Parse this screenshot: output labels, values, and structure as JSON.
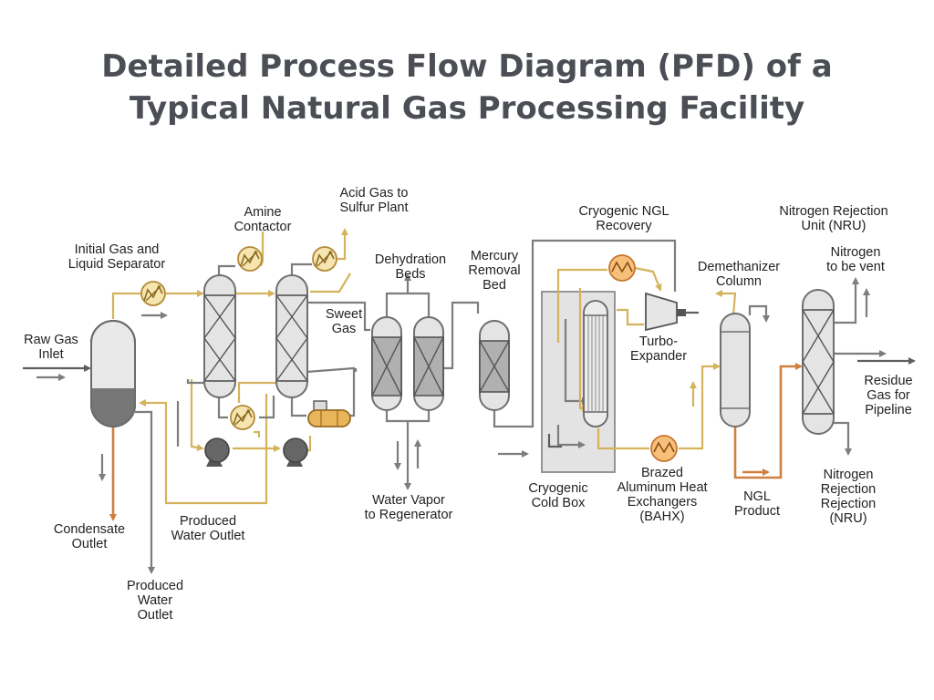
{
  "title": {
    "line1": "Detailed Process Flow Diagram (PFD) of a",
    "line2": "Typical Natural Gas Processing Facility"
  },
  "labels": {
    "raw_gas_inlet": [
      "Raw Gas",
      "Inlet"
    ],
    "initial_separator": [
      "Initial Gas and",
      "Liquid Separator"
    ],
    "amine_contactor": [
      "Amine",
      "Contactor"
    ],
    "acid_gas": [
      "Acid Gas to",
      "Sulfur Plant"
    ],
    "sweet_gas": [
      "Sweet",
      "Gas"
    ],
    "dehydration_beds": [
      "Dehydration",
      "Beds"
    ],
    "mercury_removal": [
      "Mercury",
      "Removal",
      "Bed"
    ],
    "cryogenic_ngl": [
      "Cryogenic NGL",
      "Recovery"
    ],
    "turbo_expander": [
      "Turbo-",
      "Expander"
    ],
    "demethanizer": [
      "Demethanizer",
      "Column"
    ],
    "nru_top": [
      "Nitrogen Rejection",
      "Unit (NRU)"
    ],
    "nitrogen_vent": [
      "Nitrogen",
      "to be vent"
    ],
    "residue_gas": [
      "Residue",
      "Gas for",
      "Pipeline"
    ],
    "nru_bottom": [
      "Nitrogen",
      "Rejection",
      "Rejection",
      "(NRU)"
    ],
    "ngl_product": [
      "NGL",
      "Product"
    ],
    "bahx": [
      "Brazed",
      "Aluminum Heat",
      "Exchangers",
      "(BAHX)"
    ],
    "cold_box": [
      "Cryogenic",
      "Cold Box"
    ],
    "water_vapor": [
      "Water Vapor",
      "to Regenerator"
    ],
    "produced_water_mid": [
      "Produced",
      "Water Outlet"
    ],
    "condensate": [
      "Condensate",
      "Outlet"
    ],
    "produced_water_bottom": [
      "Produced",
      "Water",
      "Outlet"
    ]
  },
  "colors": {
    "title": "#4b4f55",
    "process_line": "#7d7d7d",
    "amine_line": "#d4b35c",
    "liquid_line": "#cf7f3e",
    "vessel_fill": "#e4e4e4",
    "packing_fill": "#b0b0b0",
    "heat_exchanger_fill": "#f6e5b0",
    "cold_box_fill": "#e3e3e3"
  },
  "icons": [
    "heat-exchanger-icon",
    "pump-icon",
    "turbo-expander-icon",
    "reboiler-drum-icon",
    "flow-arrow-icon"
  ]
}
